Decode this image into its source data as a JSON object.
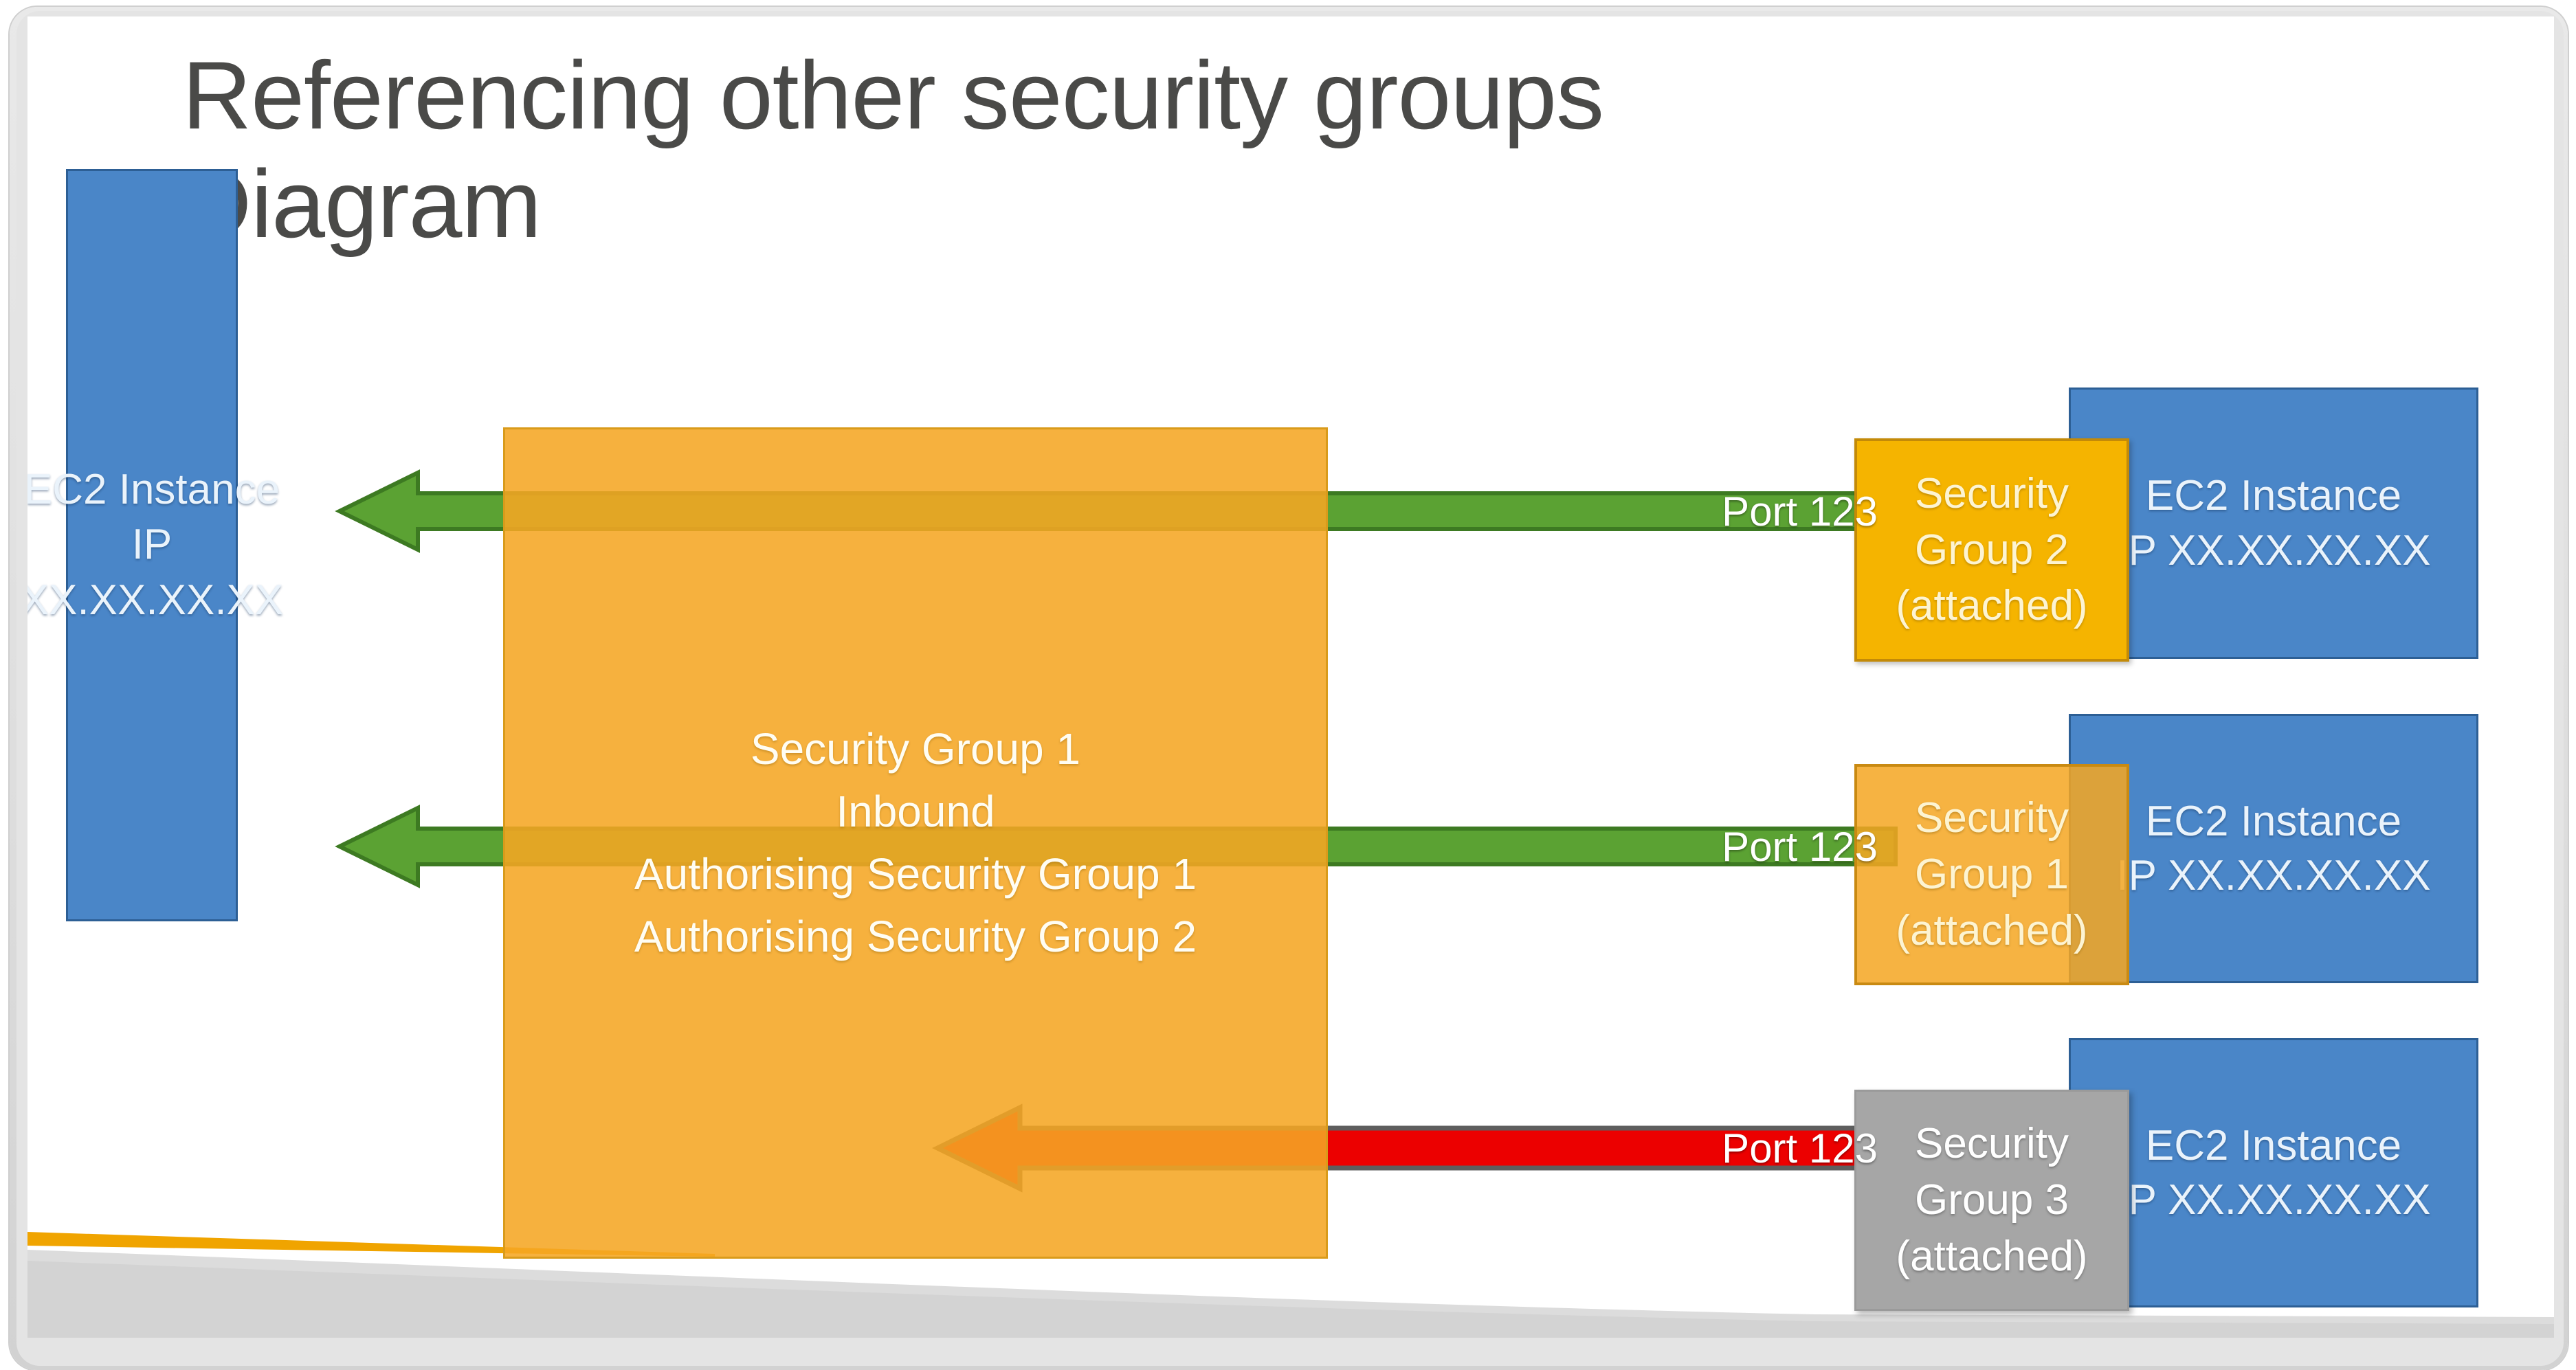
{
  "slide": {
    "title": "Referencing other security groups Diagram",
    "title_lines": [
      "Referencing other security groups",
      "Diagram"
    ]
  },
  "colors": {
    "ec2_blue": "#4a86c8",
    "ec2_blue_border": "#2d5f95",
    "security_group_yellow": "#f5b400",
    "security_group_orange": "#f5a623",
    "security_group_gray": "#a6a6a6",
    "allow_arrow_green": "#5ba233",
    "deny_arrow_red": "#ec0000",
    "title_gray": "#4a4a48",
    "accent_orange": "#f0a400"
  },
  "left_instance": {
    "name": "EC2 Instance",
    "ip": "IP XX.XX.XX.XX",
    "text": "EC2 Instance\nIP XX.XX.XX.XX"
  },
  "security_group_1_box": {
    "lines": [
      "Security Group 1",
      "Inbound",
      "Authorising Security Group 1",
      "Authorising Security Group 2"
    ],
    "text": "Security Group 1\nInbound\nAuthorising Security Group 1\nAuthorising Security Group 2"
  },
  "rows": [
    {
      "id": "row-top",
      "arrow_color": "green",
      "arrow_label": "Port 123",
      "security_group": {
        "name": "Security Group 2",
        "state": "(attached)",
        "text": "Security Group 2\n(attached)",
        "style": "yellow-solid"
      },
      "instance": {
        "name": "EC2 Instance",
        "ip": "IP XX.XX.XX.XX",
        "text": "EC2 Instance\nIP XX.XX.XX.XX"
      }
    },
    {
      "id": "row-middle",
      "arrow_color": "green",
      "arrow_label": "Port 123",
      "security_group": {
        "name": "Security Group 1",
        "state": "(attached)",
        "text": "Security Group 1\n(attached)",
        "style": "orange-translucent"
      },
      "instance": {
        "name": "EC2 Instance",
        "ip": "IP XX.XX.XX.XX",
        "text": "EC2 Instance\nIP XX.XX.XX.XX"
      }
    },
    {
      "id": "row-bottom",
      "arrow_color": "red",
      "arrow_label": "Port 123",
      "security_group": {
        "name": "Security Group 3",
        "state": "(attached)",
        "text": "Security Group 3\n(attached)",
        "style": "gray-solid"
      },
      "instance": {
        "name": "EC2 Instance",
        "ip": "IP XX.XX.XX.XX",
        "text": "EC2 Instance\nIP XX.XX.XX.XX"
      }
    }
  ]
}
